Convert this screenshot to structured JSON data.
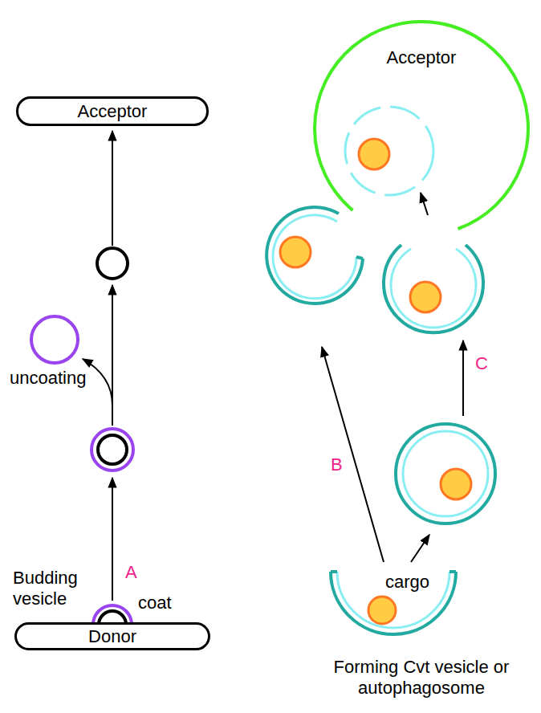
{
  "diagram": {
    "nodes": [
      {
        "text": [
          "Acceptor"
        ]
      },
      {
        "text": [
          "Acceptor"
        ]
      },
      {
        "text": [
          "Donor"
        ]
      }
    ],
    "labels": [
      "uncoating",
      "B",
      "C",
      "A",
      "Budding vesicle",
      "coat",
      "cargo",
      "Forming Cvt vesicle or autophagosome"
    ]
  }
}
